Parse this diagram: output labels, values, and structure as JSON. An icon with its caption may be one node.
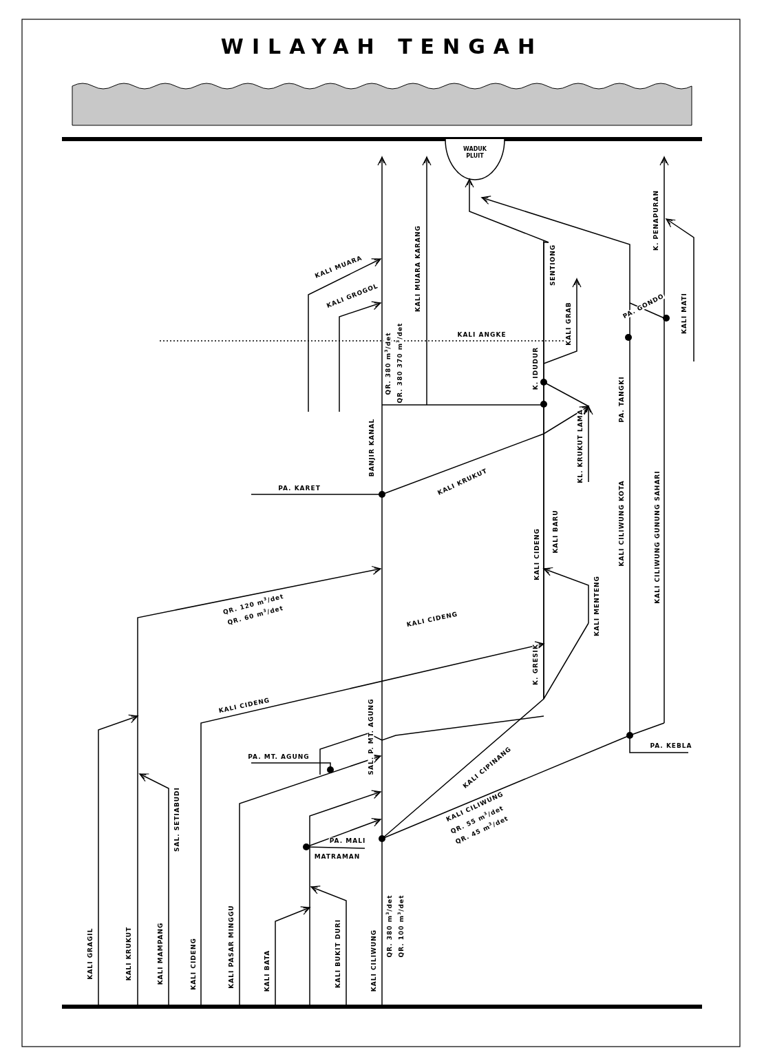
{
  "diagram": {
    "title": "WILAYAH TENGAH",
    "nodes": [
      {
        "text": [
          "WADUK PLUIT"
        ]
      },
      {
        "text": [
          "SENTIONG"
        ]
      }
    ],
    "edges": [
      {
        "from": 1,
        "to": 0,
        "arrow": "to"
      }
    ],
    "labels": [
      "KALI MUARA",
      "KALI GROGOL",
      "KALI MUARA KARANG",
      "KALI ANGKE",
      "QR. 380 m$^{3}$/det",
      "QR. 380 370 m$^{3}$/det",
      "BANJIR KANAL",
      "KALI GRAB",
      "K. IDUDUR",
      "PA. TANGKI",
      "K. PENAPURAN",
      "KALI MATI",
      "PA. GONDO",
      "KL. KRUKUT LAMA",
      "PA. KARET",
      "KALI KRUKUT",
      "KALI CIDENG",
      "KALI BARU",
      "KALI MENTENG",
      "KALI CILIWUNG KOTA",
      "KALI CILIWUNG GUNUNG SAHARI",
      "QR. 120 m$^{3}$/det",
      "QR. 60 m$^{3}$/det",
      "KALI CIDENG",
      "K. GRESIK",
      "KALI CIDENG",
      "SAL. P. MT. AGUNG",
      "PA. MT. AGUNG",
      "KALI CIPINANG",
      "PA. KEBLA",
      "KALI CILIWUNG",
      "QR. 55 m$^{3}$/det",
      "QR. 45 m$^{3}$/det",
      "PA. MALI",
      "MATRAMAN",
      "SAL. SETIABUDI",
      "KALI GRAGIL",
      "KALI KRUKUT",
      "KALI MAMPANG",
      "KALI CIDENG",
      "KALI PASAR MINGGU",
      "KALI BATA",
      "KALI BUKIT DURI",
      "KALI CILIWUNG",
      "QR. 380 m$^{3}$/det",
      "QR. 100 m$^{3}$/det"
    ]
  }
}
